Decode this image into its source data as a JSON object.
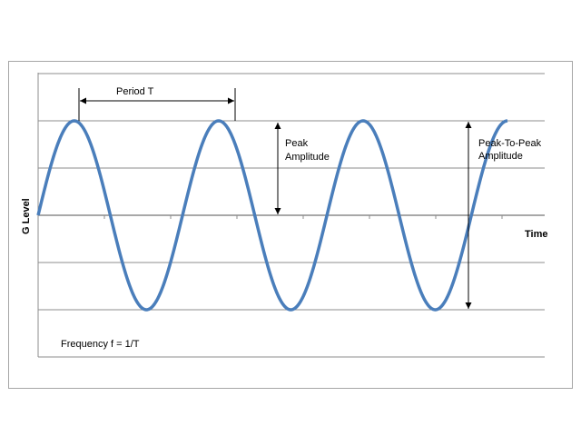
{
  "diagram": {
    "ylabel": "G  Level",
    "xlabel": "Time",
    "period_label": "Period  T",
    "peak_label": [
      "Peak",
      "Amplitude"
    ],
    "peak_to_peak_label": [
      "Peak-To-Peak",
      "Amplitude"
    ],
    "frequency_label": "Frequency  f = 1/T"
  },
  "chart_data": {
    "type": "line",
    "title": "",
    "xlabel": "Time",
    "ylabel": "G  Level",
    "grid": true,
    "series": [
      {
        "function": "sine",
        "amplitude": 1,
        "cycles": 3.25
      }
    ],
    "ylim": [
      -1,
      1
    ],
    "color": "#4a7ebb"
  },
  "colors": {
    "wave": "#4a7ebb",
    "grid": "#8c8c8c",
    "axis": "#8c8c8c",
    "annotation": "#000000",
    "frame": "#a6a6a6"
  }
}
